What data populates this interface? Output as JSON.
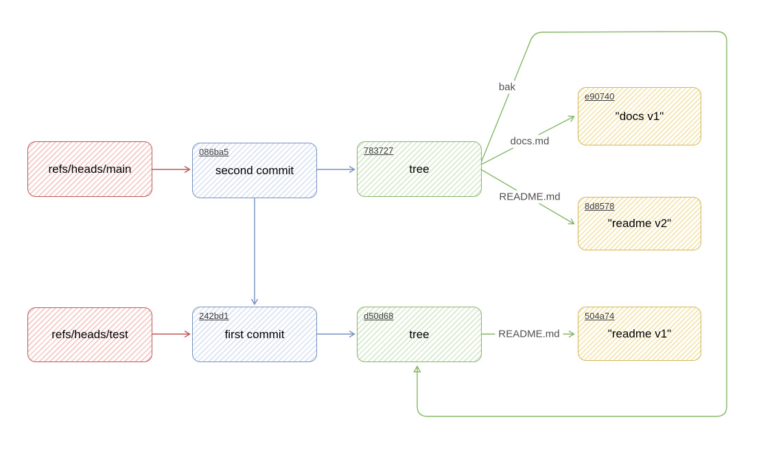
{
  "nodes": {
    "ref_main": {
      "label": "refs/heads/main"
    },
    "ref_test": {
      "label": "refs/heads/test"
    },
    "commit_second": {
      "hash": "086ba5",
      "label": "second commit"
    },
    "commit_first": {
      "hash": "242bd1",
      "label": "first commit"
    },
    "tree_second": {
      "hash": "783727",
      "label": "tree"
    },
    "tree_first": {
      "hash": "d50d68",
      "label": "tree"
    },
    "blob_docs_v1": {
      "hash": "e90740",
      "label": "\"docs v1\""
    },
    "blob_readme_v2": {
      "hash": "8d8578",
      "label": "\"readme v2\""
    },
    "blob_readme_v1": {
      "hash": "504a74",
      "label": "\"readme v1\""
    }
  },
  "edge_labels": {
    "bak": "bak",
    "docs_md": "docs.md",
    "readme_md_top": "README.md",
    "readme_md_bottom": "README.md"
  },
  "colors": {
    "ref_stroke": "#bf5654",
    "ref_hatch": "#f5c8c6",
    "commit_stroke": "#7590c0",
    "commit_hatch": "#d9e3f5",
    "tree_stroke": "#85b566",
    "tree_hatch": "#d6e9cc",
    "blob_stroke": "#d6b656",
    "blob_hatch": "#f5e4ae",
    "edge_text": "#4f4f4f",
    "hash_text": "#3d3d3d",
    "node_text": "#000000",
    "background": "#ffffff"
  }
}
